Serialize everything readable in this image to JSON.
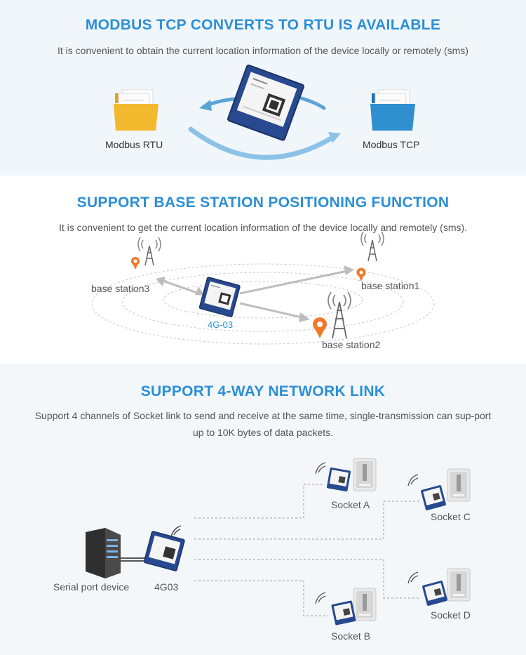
{
  "sections": [
    {
      "title": "MODBUS TCP CONVERTS TO RTU IS AVAILABLE",
      "description": "It is convenient to obtain the current location information of the device locally or remotely (sms)",
      "labels": {
        "left": "Modbus RTU",
        "right": "Modbus TCP"
      },
      "colors": {
        "left_folder": "#f2b92e",
        "right_folder": "#2f8fcf",
        "arrow": "#5aa4d8"
      }
    },
    {
      "title": "SUPPORT BASE STATION POSITIONING FUNCTION",
      "description": "It is convenient to get the current location information of the device locally and remotely (sms).",
      "device_label": "4G-03",
      "stations": [
        "base station1",
        "base station2",
        "base station3"
      ],
      "colors": {
        "pin": "#f07a2a",
        "device": "#2b8fd6"
      }
    },
    {
      "title": "SUPPORT 4-WAY NETWORK LINK",
      "description": "Support 4 channels of Socket link to send and receive at the same time, single-transmission can sup-port up to 10K bytes of data packets.",
      "serial_label": "Serial port device",
      "device_label": "4G03",
      "sockets": [
        "Socket A",
        "Socket B",
        "Socket C",
        "Socket D"
      ]
    }
  ]
}
